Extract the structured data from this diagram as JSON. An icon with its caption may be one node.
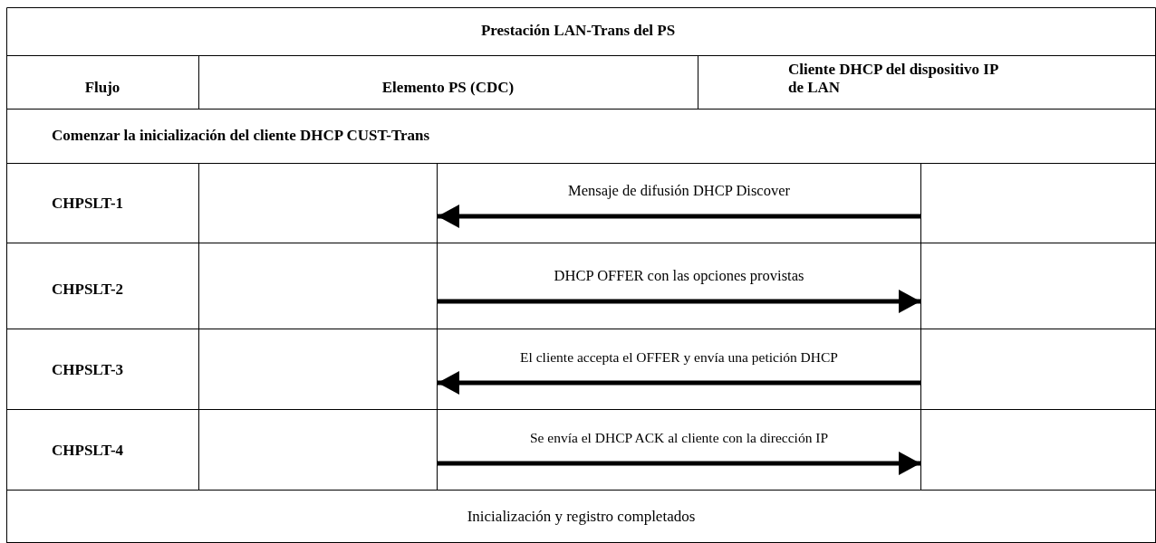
{
  "diagram": {
    "title": "Prestación LAN-Trans del PS",
    "nodes": [
      {
        "text": [],
        "shape": "bar"
      },
      {
        "text": [],
        "shape": "bar"
      }
    ],
    "edges": [
      {
        "from": 1,
        "to": 0,
        "arrow": "to",
        "label": "Mensaje de difusión DHCP Discover"
      },
      {
        "from": 0,
        "to": 1,
        "arrow": "to",
        "label": "DHCP OFFER con las opciones provistas"
      },
      {
        "from": 1,
        "to": 0,
        "arrow": "to",
        "label": "El cliente accepta el OFFER y envía una petición DHCP"
      },
      {
        "from": 0,
        "to": 1,
        "arrow": "to",
        "label": "Se envía el DHCP ACK al cliente con la dirección IP"
      }
    ],
    "labels": [
      "Flujo",
      "Elemento PS (CDC)",
      "Cliente DHCP del dispositivo IP de LAN",
      "Comenzar la inicialización del cliente DHCP CUST-Trans",
      "CHPSLT-1",
      "CHPSLT-2",
      "CHPSLT-3",
      "CHPSLT-4",
      "Inicialización y registro completados"
    ]
  }
}
